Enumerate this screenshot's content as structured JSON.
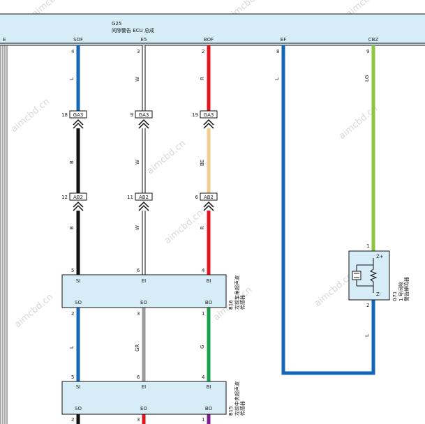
{
  "watermark": "aimcbd.cn",
  "ecu": {
    "code": "G25",
    "name": "间隙警告 ECU 总成",
    "terminals": [
      "E",
      "SOF",
      "E5",
      "BOF",
      "EF",
      "CBZ"
    ]
  },
  "colors": {
    "L": "#1466b8",
    "W": "#ffffff",
    "R": "#e3141e",
    "B": "#111111",
    "BE": "#f2cd8f",
    "LG": "#8cc63f",
    "GR": "#9a9a9a",
    "G": "#16a04a",
    "V": "#7a1f8c",
    "ecu_fill": "#d6ecf7"
  },
  "wires": {
    "sof_top": {
      "pin": "4",
      "code": "L"
    },
    "e5_top": {
      "pin": "3",
      "code": "W"
    },
    "bof_top": {
      "pin": "2",
      "code": "R"
    },
    "ef_top": {
      "pin": "8",
      "code": "L"
    },
    "cbz_top": {
      "pin": "9",
      "code": "LG"
    },
    "sof_mid": {
      "code": "B"
    },
    "e5_mid": {
      "code": "W"
    },
    "bof_mid": {
      "code": "BE"
    },
    "sof_low": {
      "code": "B"
    },
    "e5_low": {
      "code": "W"
    },
    "bof_low": {
      "code": "R"
    },
    "b16_so": {
      "code": "L"
    },
    "b16_eo": {
      "code": "GR"
    },
    "b16_bo": {
      "code": "G"
    },
    "g71_out": {
      "code": "L"
    }
  },
  "connectors_ga3": {
    "label": "GA3",
    "pins": [
      "18",
      "9",
      "19"
    ]
  },
  "connectors_ab2": {
    "label": "AB2",
    "pins": [
      "12",
      "11",
      "6"
    ]
  },
  "b16": {
    "code": "B16",
    "name_line1": "左前车角超声波",
    "name_line2": "传感器",
    "top_terms": [
      "SI",
      "EI",
      "BI"
    ],
    "top_pins": [
      "5",
      "6",
      "4"
    ],
    "bot_terms": [
      "SO",
      "EO",
      "BO"
    ],
    "bot_pins": [
      "2",
      "3",
      "1"
    ]
  },
  "b15": {
    "code": "B15",
    "name_line1": "左前中央超声波",
    "name_line2": "传感器",
    "top_terms": [
      "SI",
      "EI",
      "BI"
    ],
    "top_pins": [
      "5",
      "6",
      "4"
    ],
    "bot_terms": [
      "SO",
      "EO",
      "BO"
    ],
    "bot_pins": [
      "2",
      "3",
      "1"
    ]
  },
  "g71": {
    "code": "G71",
    "name_line1": "1 号间隙",
    "name_line2": "警告蜂鸣器",
    "pin_top": "1",
    "pin_bot": "2",
    "term_top": "Z+",
    "term_bot": "Z-"
  }
}
